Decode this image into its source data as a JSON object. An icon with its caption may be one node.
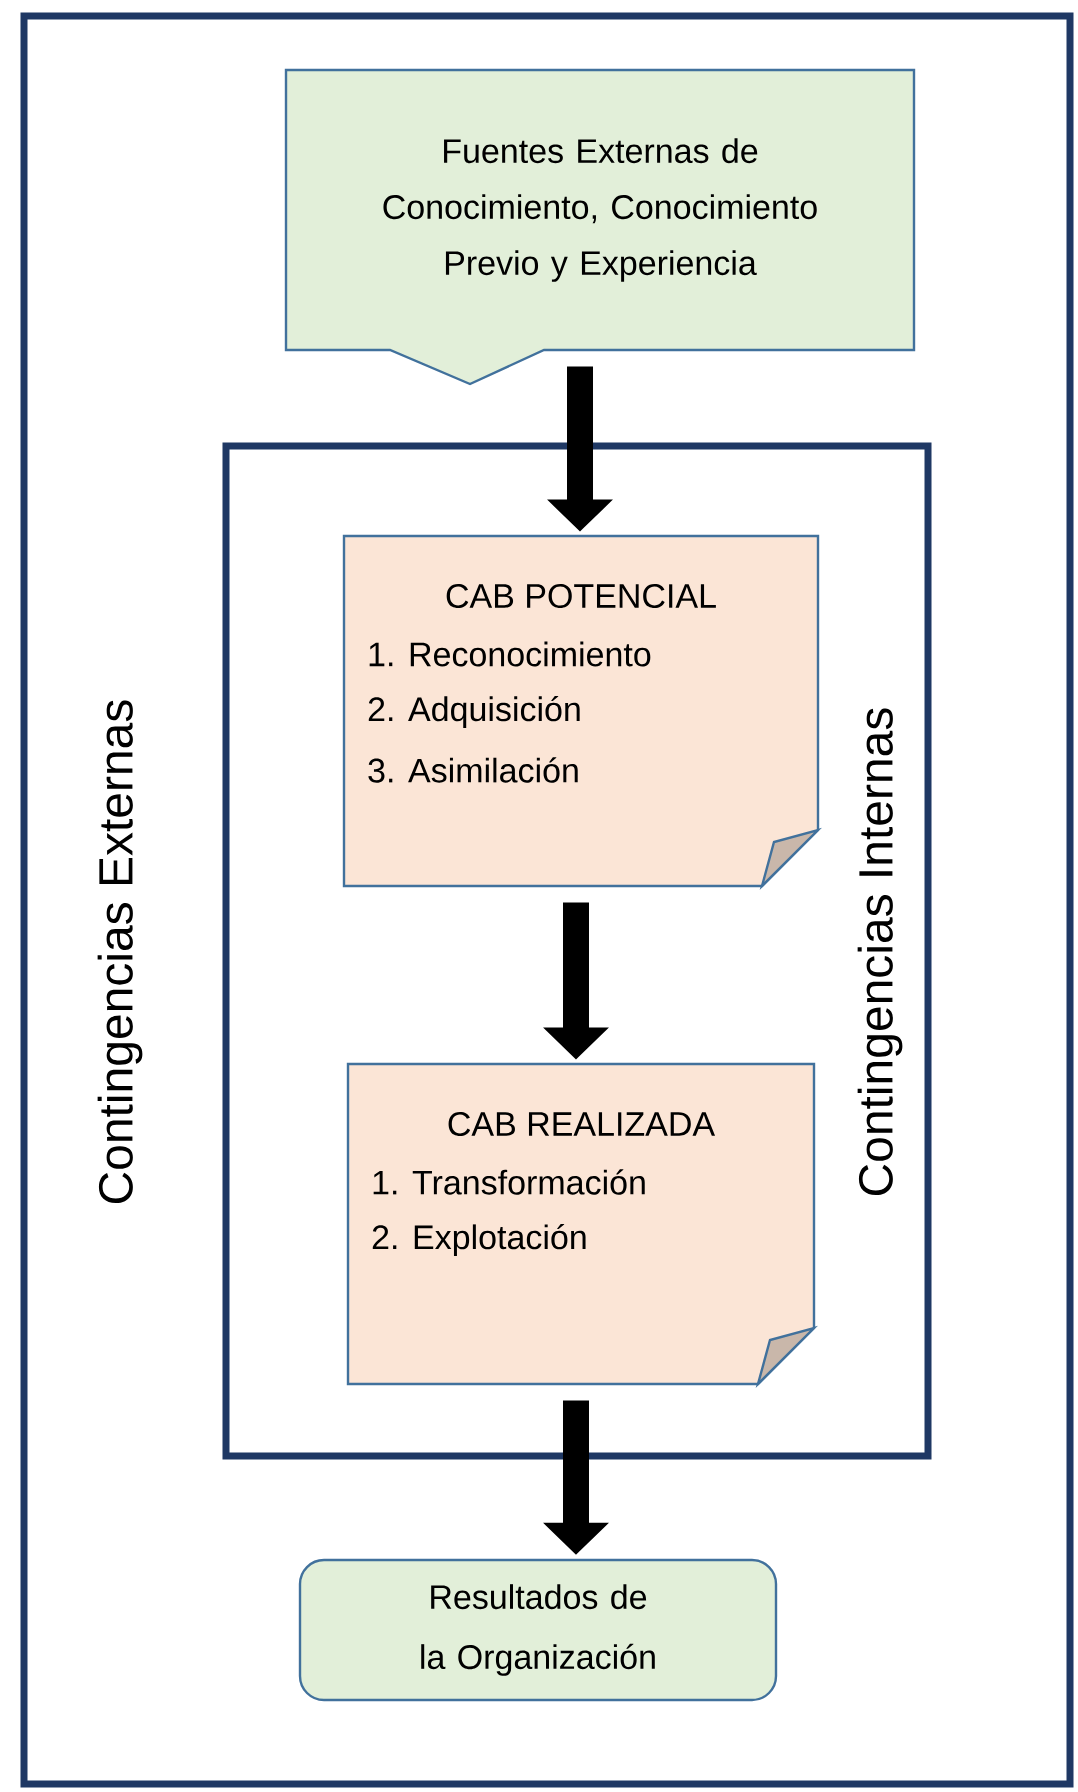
{
  "diagram": {
    "nodes": [
      {
        "text": [
          "Contingencias Externas"
        ]
      },
      {
        "text": [
          "Fuentes Externas de Conocimiento, Conocimiento Previo y Experiencia"
        ],
        "in": 0
      },
      {
        "text": [
          "Contingencias Internas"
        ],
        "in": 0
      },
      {
        "text": [
          "CAB POTENCIAL",
          "1. Reconocimiento",
          "2. Adquisición",
          "3. Asimilación"
        ],
        "in": 2
      },
      {
        "text": [
          "CAB REALIZADA",
          "1. Transformación",
          "2. Explotación"
        ],
        "in": 2
      },
      {
        "text": [
          "Resultados de la Organización"
        ],
        "in": 0
      }
    ],
    "edges": [
      {
        "from": 1,
        "to": 3,
        "arrow": "to"
      },
      {
        "from": 3,
        "to": 4,
        "arrow": "to"
      },
      {
        "from": 4,
        "to": 5,
        "arrow": "to"
      }
    ]
  }
}
